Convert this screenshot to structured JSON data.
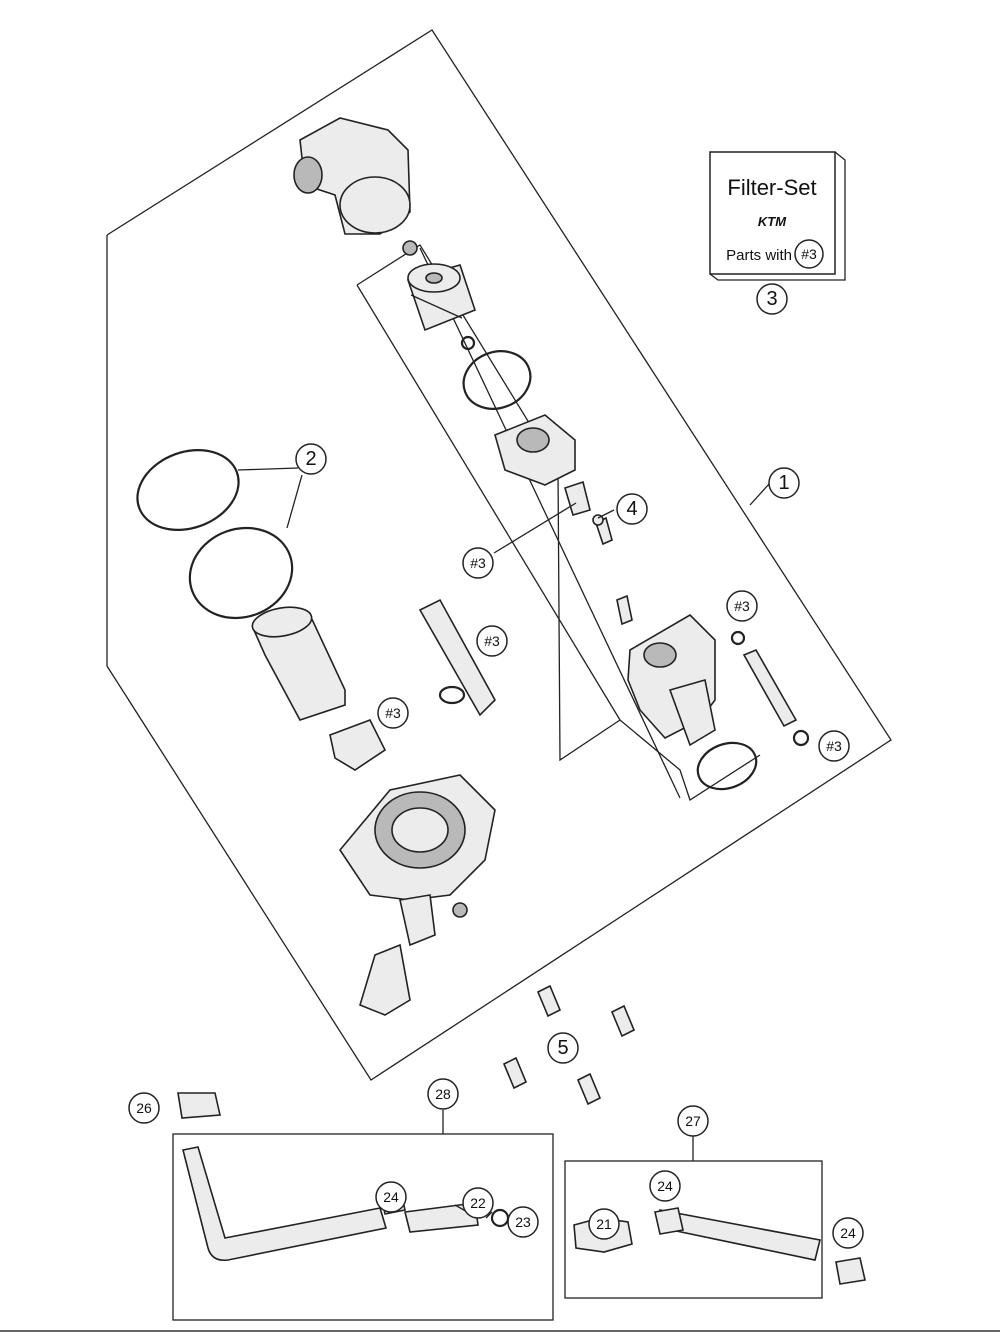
{
  "filter_set": {
    "title": "Filter-Set",
    "brand": "KTM",
    "parts_with": "Parts with",
    "parts_ref": "#3"
  },
  "callouts": {
    "c1": "1",
    "c2": "2",
    "c3": "3",
    "c4": "4",
    "c5": "5",
    "c21": "21",
    "c22": "22",
    "c23": "23",
    "c24a": "24",
    "c24b": "24",
    "c24c": "24",
    "c26": "26",
    "c27": "27",
    "c28": "28",
    "r1": "#3",
    "r2": "#3",
    "r3": "#3",
    "r4": "#3",
    "r5": "#3"
  }
}
